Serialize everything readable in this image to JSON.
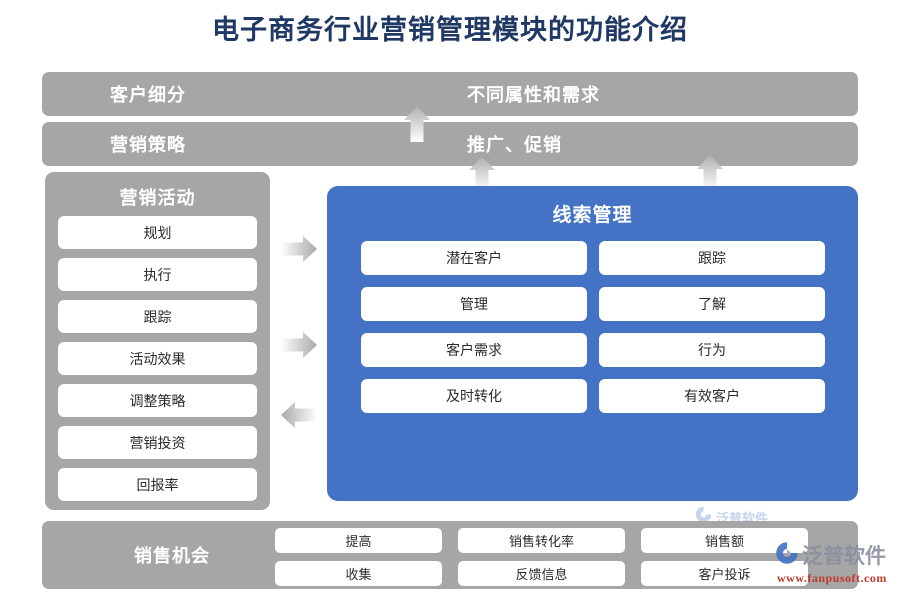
{
  "page": {
    "title": "电子商务行业营销管理模块的功能介绍",
    "title_color": "#1F3864",
    "background": "#ffffff"
  },
  "colors": {
    "gray_panel": "#A6A6A6",
    "blue_panel": "#4472C4",
    "chip": "#FFFFFF",
    "chip_text": "#2b2b2b",
    "arrow": "#BFBFBF",
    "brand_red": "#C0392B"
  },
  "banners": [
    {
      "id": "segmentation",
      "label": "客户细分",
      "value": "不同属性和需求"
    },
    {
      "id": "strategy",
      "label": "营销策略",
      "value": "推广、促销"
    }
  ],
  "activity_panel": {
    "title": "营销活动",
    "items": [
      {
        "label": "规划"
      },
      {
        "label": "执行"
      },
      {
        "label": "跟踪"
      },
      {
        "label": "活动效果"
      },
      {
        "label": "调整策略"
      },
      {
        "label": "营销投资"
      },
      {
        "label": "回报率"
      }
    ]
  },
  "lead_panel": {
    "title": "线索管理",
    "items": [
      {
        "label": "潜在客户"
      },
      {
        "label": "跟踪"
      },
      {
        "label": "管理"
      },
      {
        "label": "了解"
      },
      {
        "label": "客户需求"
      },
      {
        "label": "行为"
      },
      {
        "label": "及时转化"
      },
      {
        "label": "有效客户"
      }
    ]
  },
  "sales_panel": {
    "title": "销售机会",
    "items": [
      {
        "label": "提高"
      },
      {
        "label": "销售转化率"
      },
      {
        "label": "销售额"
      },
      {
        "label": "收集"
      },
      {
        "label": "反馈信息"
      },
      {
        "label": "客户投诉"
      }
    ]
  },
  "arrows": [
    {
      "id": "up-segmentation",
      "direction": "up"
    },
    {
      "id": "up-strategy",
      "direction": "up"
    },
    {
      "id": "up-lead",
      "direction": "up"
    },
    {
      "id": "right-top",
      "direction": "right"
    },
    {
      "id": "right-mid",
      "direction": "right"
    },
    {
      "id": "left-bottom",
      "direction": "left"
    }
  ],
  "branding": {
    "name": "泛普软件",
    "url": "www.fanpusoft.com",
    "watermark_text": "泛普软件"
  }
}
